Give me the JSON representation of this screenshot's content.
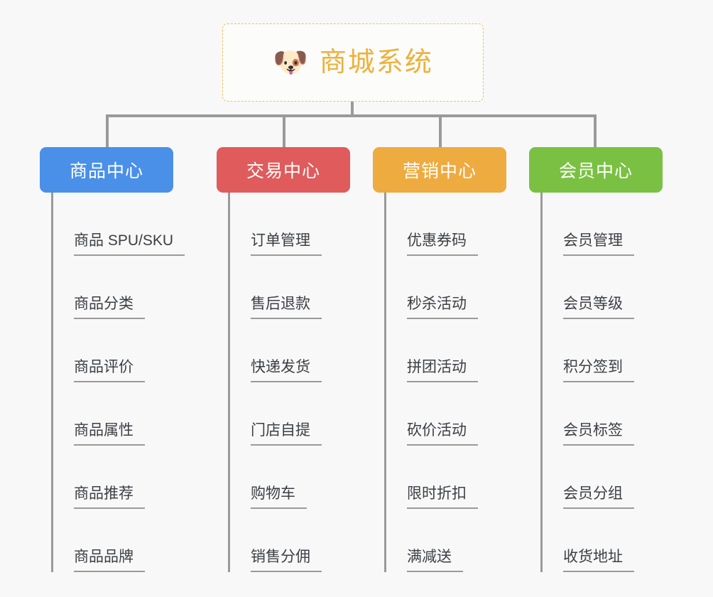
{
  "diagram": {
    "type": "org-chart",
    "background_color": "#f8f8f8",
    "connector_color": "#9a9a9a"
  },
  "root": {
    "icon": "dog-face-emoji",
    "icon_glyph": "🐶",
    "title": "商城系统",
    "title_color": "#eeb13c",
    "border_color": "#efc15c"
  },
  "columns": [
    {
      "id": "product-center",
      "header": "商品中心",
      "color": "#4a90e8",
      "items": [
        "商品 SPU/SKU",
        "商品分类",
        "商品评价",
        "商品属性",
        "商品推荐",
        "商品品牌"
      ]
    },
    {
      "id": "trade-center",
      "header": "交易中心",
      "color": "#e05b5b",
      "items": [
        "订单管理",
        "售后退款",
        "快递发货",
        "门店自提",
        "购物车",
        "销售分佣"
      ]
    },
    {
      "id": "marketing-center",
      "header": "营销中心",
      "color": "#eeab40",
      "items": [
        "优惠券码",
        "秒杀活动",
        "拼团活动",
        "砍价活动",
        "限时折扣",
        "满减送"
      ]
    },
    {
      "id": "member-center",
      "header": "会员中心",
      "color": "#7ac143",
      "items": [
        "会员管理",
        "会员等级",
        "积分签到",
        "会员标签",
        "会员分组",
        "收货地址"
      ]
    }
  ]
}
